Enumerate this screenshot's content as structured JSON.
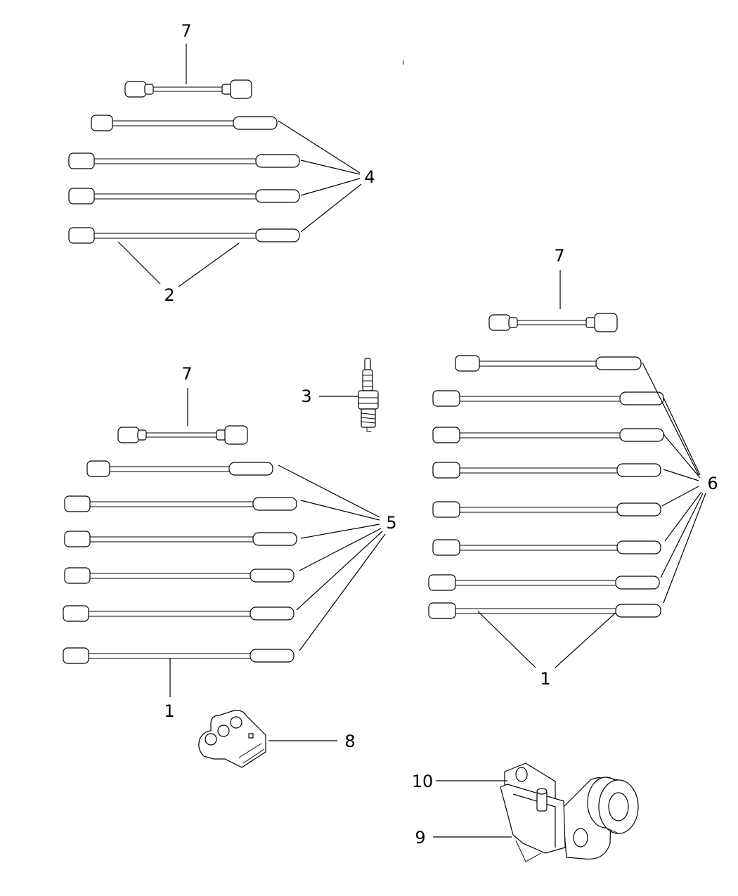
{
  "callouts": {
    "c7a": "7",
    "c4": "4",
    "c2": "2",
    "c7b": "7",
    "c3": "3",
    "c7c": "7",
    "c5": "5",
    "c6": "6",
    "c1a": "1",
    "c1b": "1",
    "c8": "8",
    "c10": "10",
    "c9": "9"
  },
  "parts": {
    "wire_set_4_cyl": "wire-set-4",
    "wire_set_6_cyl": "wire-set-5",
    "wire_set_8_cyl": "wire-set-6",
    "spark_plug": "spark-plug-icon",
    "wire_separator": "wire-separator-icon",
    "ignition_coil": "ignition-coil-icon",
    "coil_bracket": "coil-bracket-icon"
  }
}
